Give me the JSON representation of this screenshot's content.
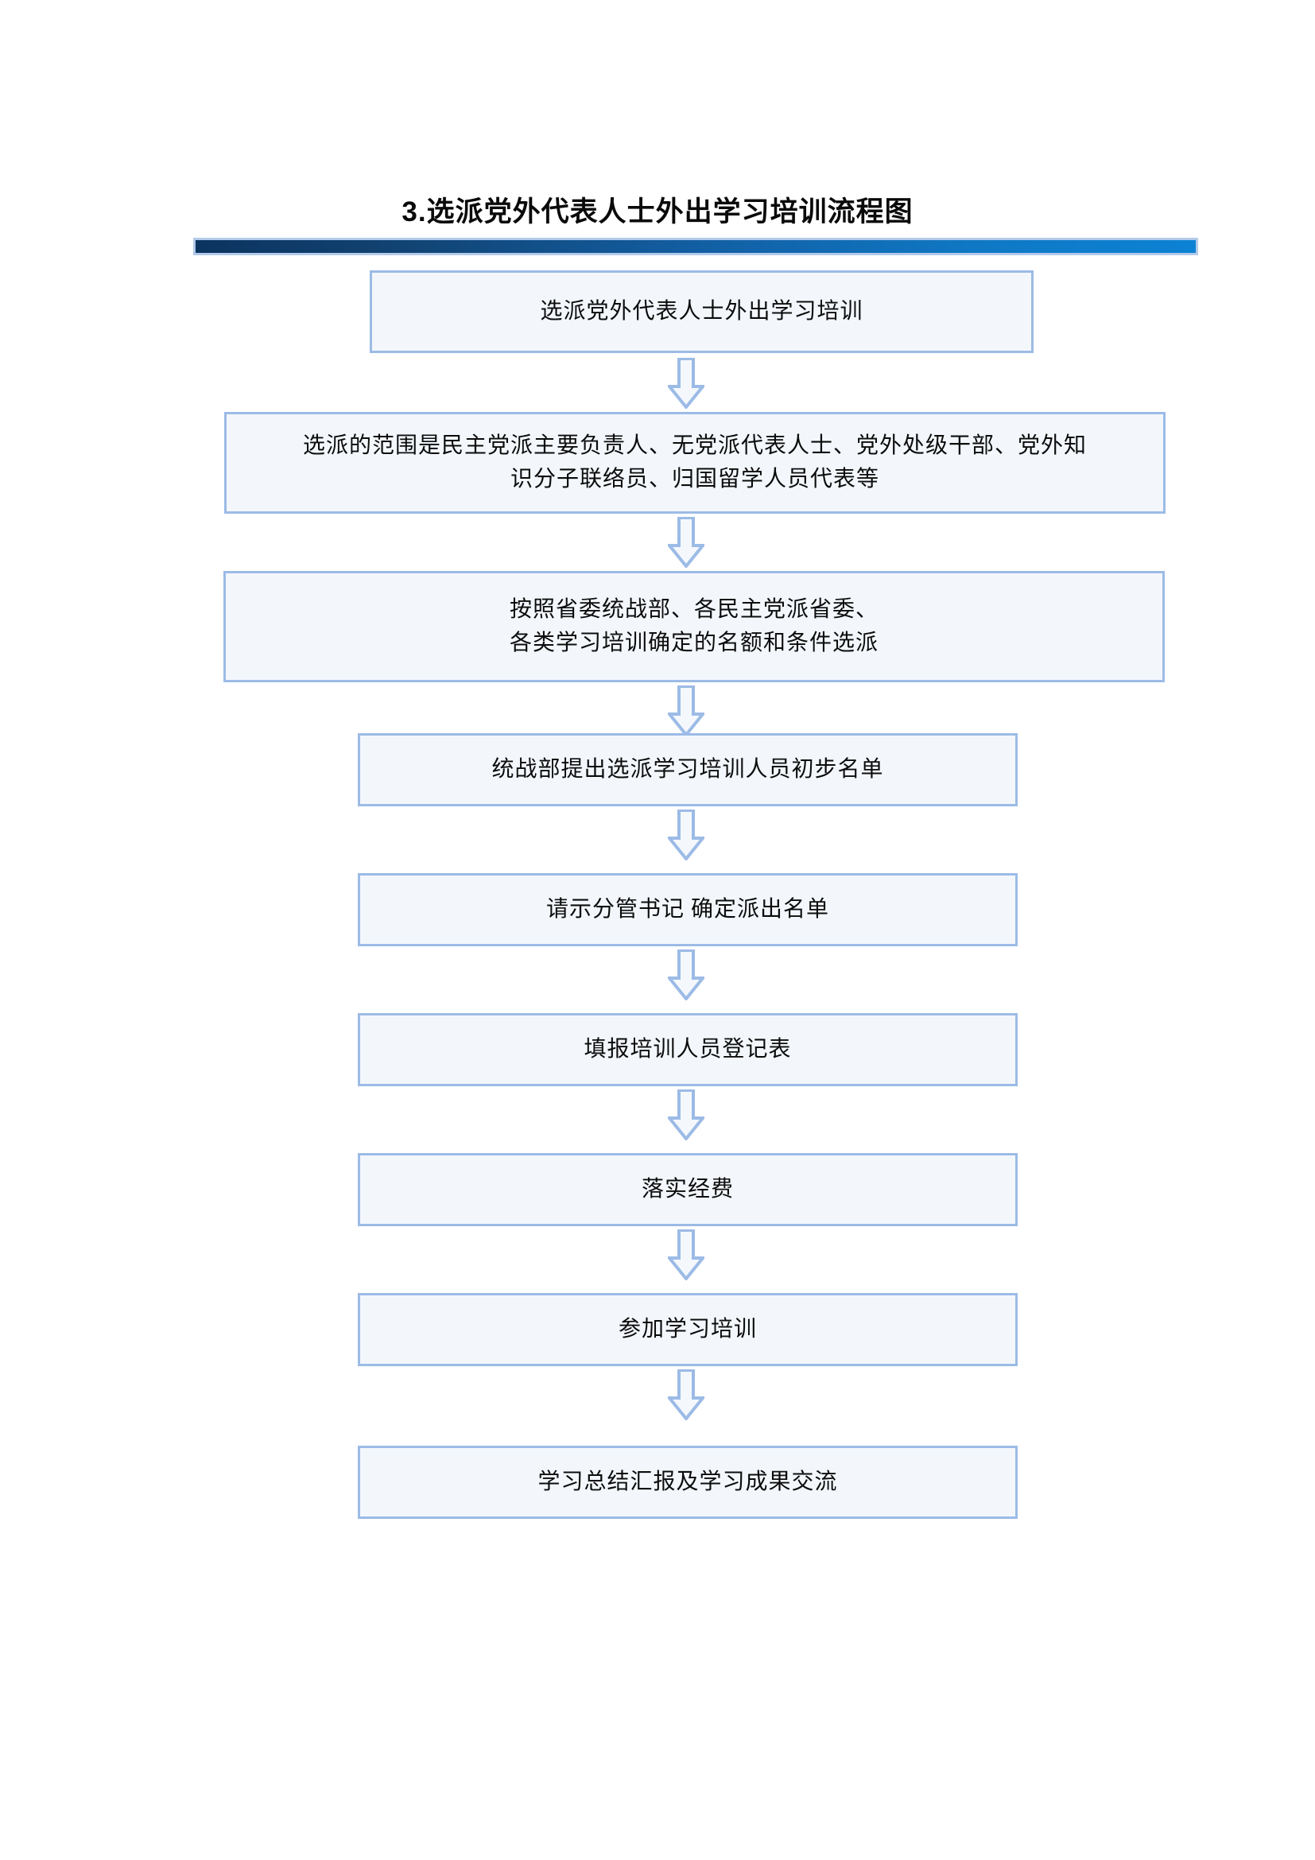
{
  "document": {
    "title": "3.选派党外代表人士外出学习培训流程图",
    "background_color": "#ffffff",
    "rule": {
      "name": "title-divider-bar",
      "gradient_from": "#0b3460",
      "gradient_to": "#0c82d4",
      "frame_color": "#b2c9e9"
    }
  },
  "theme": {
    "box_fill": "#f3f7fc",
    "box_border": "#9cbbe6",
    "arrow_fill": "#f4f8fd",
    "arrow_border": "#9cbbe6",
    "text_color": "#0c0c0c"
  },
  "chart_data": {
    "type": "flowchart",
    "title": "3.选派党外代表人士外出学习培训流程图",
    "orientation": "top-to-bottom",
    "connector": "hollow-down-arrow",
    "node_count": 9,
    "nodes": [
      {
        "id": "n1",
        "text": "选派党外代表人士外出学习培训",
        "lines": [
          "选派党外代表人士外出学习培训"
        ]
      },
      {
        "id": "n2",
        "text": "选派的范围是民主党派主要负责人、无党派代表人士、党外处级干部、党外知识分子联络员、归国留学人员代表等",
        "lines": [
          "选派的范围是民主党派主要负责人、无党派代表人士、党外处级干部、党外知",
          "识分子联络员、归国留学人员代表等"
        ]
      },
      {
        "id": "n3",
        "text": "按照省委统战部、各民主党派省委、各类学习培训确定的名额和条件选派",
        "lines": [
          "按照省委统战部、各民主党派省委、",
          "各类学习培训确定的名额和条件选派"
        ]
      },
      {
        "id": "n4",
        "text": "统战部提出选派学习培训人员初步名单",
        "lines": [
          "统战部提出选派学习培训人员初步名单"
        ]
      },
      {
        "id": "n5",
        "text": "请示分管书记  确定派出名单",
        "lines": [
          "请示分管书记  确定派出名单"
        ]
      },
      {
        "id": "n6",
        "text": "填报培训人员登记表",
        "lines": [
          "填报培训人员登记表"
        ]
      },
      {
        "id": "n7",
        "text": "落实经费",
        "lines": [
          "落实经费"
        ]
      },
      {
        "id": "n8",
        "text": "参加学习培训",
        "lines": [
          "参加学习培训"
        ]
      },
      {
        "id": "n9",
        "text": "学习总结汇报及学习成果交流",
        "lines": [
          "学习总结汇报及学习成果交流"
        ]
      }
    ],
    "edges": [
      {
        "from": "n1",
        "to": "n2",
        "label": ""
      },
      {
        "from": "n2",
        "to": "n3",
        "label": ""
      },
      {
        "from": "n3",
        "to": "n4",
        "label": ""
      },
      {
        "from": "n4",
        "to": "n5",
        "label": ""
      },
      {
        "from": "n5",
        "to": "n6",
        "label": ""
      },
      {
        "from": "n6",
        "to": "n7",
        "label": ""
      },
      {
        "from": "n7",
        "to": "n8",
        "label": ""
      },
      {
        "from": "n8",
        "to": "n9",
        "label": ""
      }
    ]
  },
  "flow": {
    "box1": "选派党外代表人士外出学习培训",
    "box2": "选派的范围是民主党派主要负责人、无党派代表人士、党外处级干部、党外知\n识分子联络员、归国留学人员代表等",
    "box3": "按照省委统战部、各民主党派省委、\n各类学习培训确定的名额和条件选派",
    "box4": "统战部提出选派学习培训人员初步名单",
    "box5": "请示分管书记  确定派出名单",
    "box6": "填报培训人员登记表",
    "box7": "落实经费",
    "box8": "参加学习培训",
    "box9": "学习总结汇报及学习成果交流"
  }
}
